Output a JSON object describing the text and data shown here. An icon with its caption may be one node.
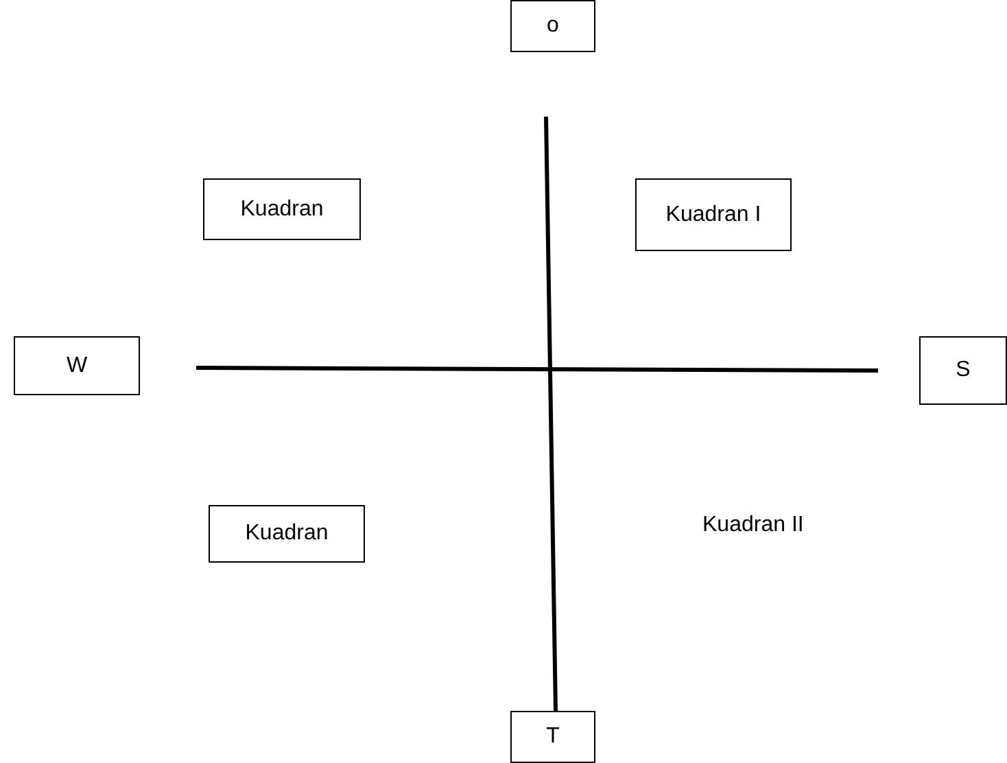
{
  "diagram": {
    "nodes": [
      {
        "text": [
          "o"
        ]
      },
      {
        "text": [
          "Kuadran"
        ]
      },
      {
        "text": [
          "Kuadran I"
        ]
      },
      {
        "text": [
          "W"
        ]
      },
      {
        "text": [
          "S"
        ]
      },
      {
        "text": [
          "Kuadran"
        ]
      },
      {
        "text": [
          "T"
        ]
      }
    ],
    "labels": [
      "Kuadran II"
    ]
  }
}
